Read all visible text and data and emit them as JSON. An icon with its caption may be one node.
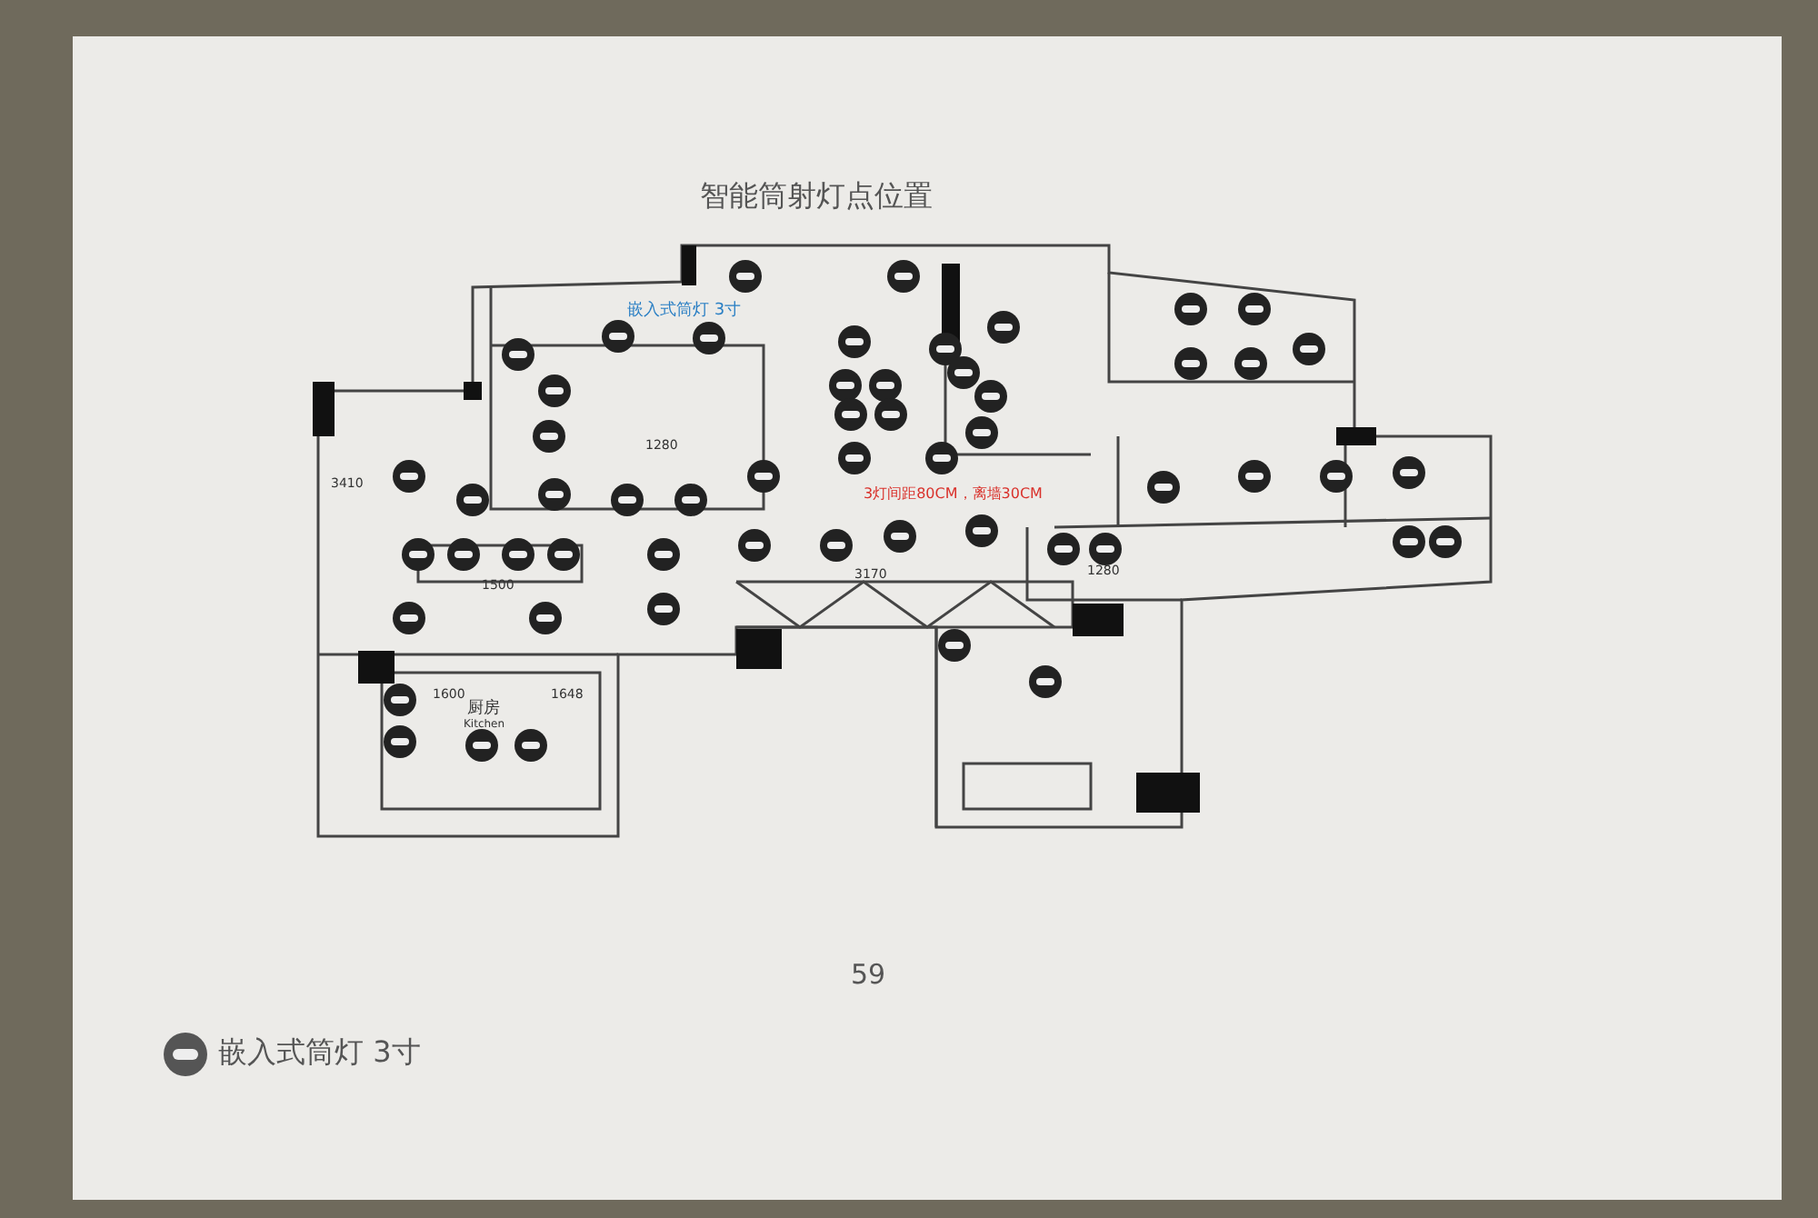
{
  "diagram": {
    "title": "智能筒射灯点位置",
    "labels": [
      "嵌入式筒灯 3寸",
      "1280",
      "3410",
      "1500",
      "3170",
      "3灯间距80CM，离墙30CM",
      "1280",
      "厨房",
      "Kitchen",
      "1600",
      "1648",
      "59"
    ],
    "legend": [
      {
        "text": "嵌入式筒灯 3寸"
      }
    ]
  }
}
